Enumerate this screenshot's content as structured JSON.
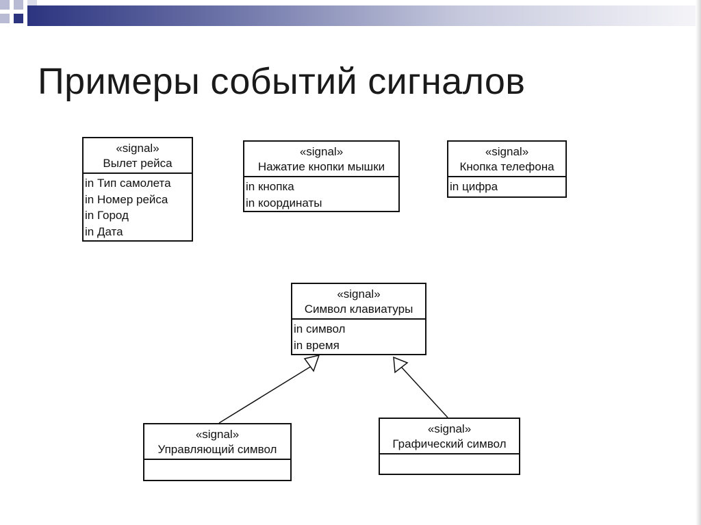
{
  "title": "Примеры событий сигналов",
  "signals": {
    "flight": {
      "stereotype": "«signal»",
      "name": "Вылет рейса",
      "params": [
        "in Тип самолета",
        "in Номер рейса",
        "in Город",
        "in Дата"
      ]
    },
    "mouse": {
      "stereotype": "«signal»",
      "name": "Нажатие кнопки мышки",
      "params": [
        "in кнопка",
        "in координаты"
      ]
    },
    "phone": {
      "stereotype": "«signal»",
      "name": "Кнопка телефона",
      "params": [
        "in цифра"
      ]
    },
    "keyboard": {
      "stereotype": "«signal»",
      "name": "Символ клавиатуры",
      "params": [
        "in символ",
        "in время"
      ]
    },
    "control": {
      "stereotype": "«signal»",
      "name": "Управляющий символ",
      "params": []
    },
    "graphic": {
      "stereotype": "«signal»",
      "name": "Графический символ",
      "params": []
    }
  },
  "generalizations": [
    {
      "from": "control",
      "to": "keyboard"
    },
    {
      "from": "graphic",
      "to": "keyboard"
    }
  ]
}
